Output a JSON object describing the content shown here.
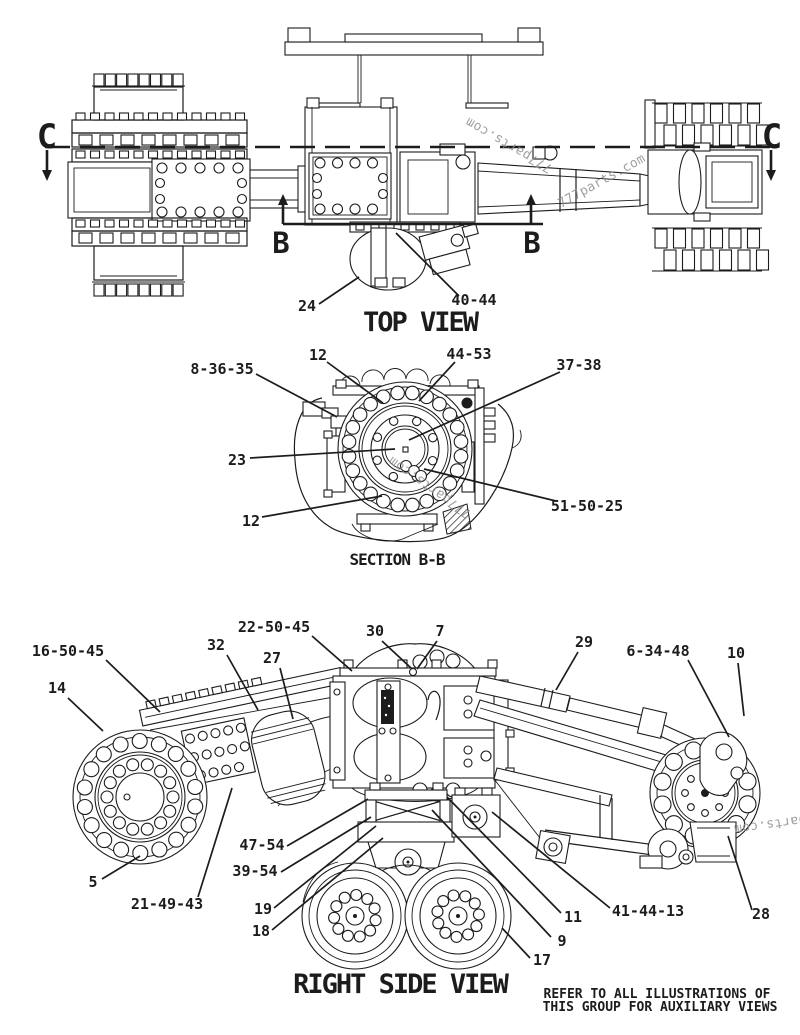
{
  "watermark_text": "777parts.com",
  "colors": {
    "ink": "#1c1c1c",
    "watermark": "#8f8f8f",
    "paper": "#ffffff"
  },
  "top_view": {
    "title": "TOP VIEW",
    "section_c": "C",
    "section_b": "B",
    "callouts": [
      "24",
      "40-44"
    ]
  },
  "section_bb": {
    "title": "SECTION B-B",
    "callouts": [
      "8-36-35",
      "12",
      "44-53",
      "37-38",
      "23",
      "12",
      "51-50-25"
    ]
  },
  "right_side_view": {
    "title": "RIGHT SIDE VIEW",
    "callouts": [
      "16-50-45",
      "14",
      "32",
      "27",
      "22-50-45",
      "30",
      "7",
      "29",
      "6-34-48",
      "10",
      "5",
      "21-49-43",
      "47-54",
      "39-54",
      "19",
      "18",
      "11",
      "9",
      "41-44-13",
      "28",
      "17"
    ],
    "note": [
      "REFER TO ALL ILLUSTRATIONS OF",
      "THIS GROUP FOR AUXILIARY VIEWS"
    ]
  }
}
